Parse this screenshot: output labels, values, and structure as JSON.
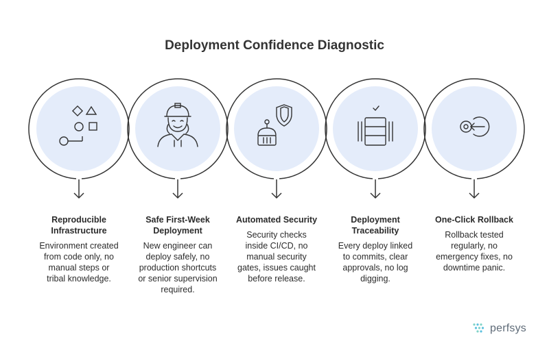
{
  "title": "Deployment Confidence Diagnostic",
  "accent_color": "#e4ecfa",
  "stroke_color": "#333333",
  "steps": [
    {
      "icon": "shapes-icon",
      "title": "Reproducible Infrastructure",
      "title_lines": [
        "Reproducible",
        "Infrastructure"
      ],
      "desc_lines": [
        "Environment created",
        "from code only, no",
        "manual steps or",
        "tribal knowledge."
      ]
    },
    {
      "icon": "engineer-icon",
      "title": "Safe First-Week Deployment",
      "title_lines": [
        "Safe First-Week",
        "Deployment"
      ],
      "desc_lines": [
        "New engineer can",
        "deploy safely, no",
        "production shortcuts",
        "or senior supervision",
        "required."
      ]
    },
    {
      "icon": "robot-shield-icon",
      "title": "Automated Security",
      "title_lines": [
        "Automated Security"
      ],
      "desc_lines": [
        "Security checks",
        "inside CI/CD, no",
        "manual security",
        "gates, issues caught",
        "before release."
      ]
    },
    {
      "icon": "server-check-icon",
      "title": "Deployment Traceability",
      "title_lines": [
        "Deployment",
        "Traceability"
      ],
      "desc_lines": [
        "Every deploy linked",
        "to commits, clear",
        "approvals, no log",
        "digging."
      ]
    },
    {
      "icon": "rollback-icon",
      "title": "One-Click Rollback",
      "title_lines": [
        "One-Click Rollback"
      ],
      "desc_lines": [
        "Rollback tested",
        "regularly, no",
        "emergency fixes, no",
        "downtime panic."
      ]
    }
  ],
  "brand": {
    "name": "perfsys",
    "logo_icon": "dots-logo-icon",
    "color": "#5f6b78"
  }
}
